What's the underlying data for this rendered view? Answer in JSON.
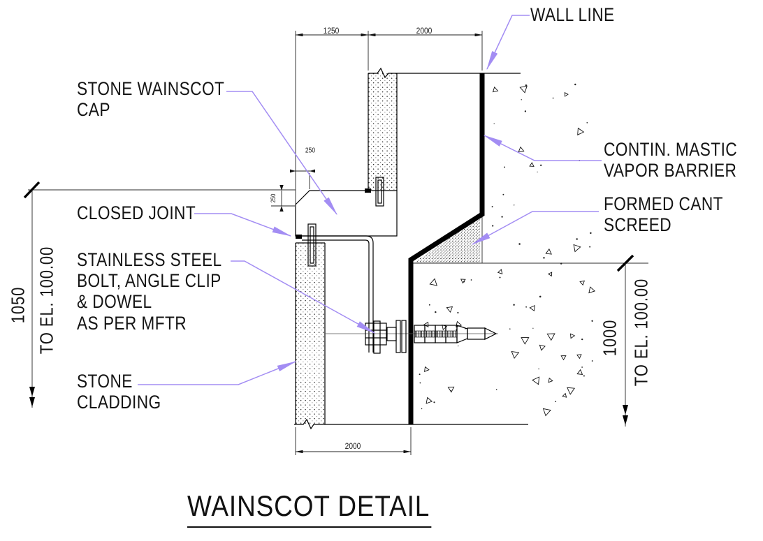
{
  "title": "WAINSCOT DETAIL",
  "labels": {
    "wall_line": "WALL LINE",
    "stone_wainscot_cap": [
      "STONE WAINSCOT",
      "CAP"
    ],
    "closed_joint": "CLOSED JOINT",
    "stainless_steel": [
      "STAINLESS STEEL",
      "BOLT, ANGLE CLIP",
      "& DOWEL",
      "AS PER MFTR"
    ],
    "stone_cladding": [
      "STONE",
      "CLADDING"
    ],
    "contin_mastic": [
      "CONTIN. MASTIC",
      "VAPOR BARRIER"
    ],
    "formed_cant": [
      "FORMED CANT",
      "SCREED"
    ]
  },
  "dimensions": {
    "top_width_left": "1250",
    "top_width_right": "2000",
    "cap_chamfer_horizontal": "250",
    "cap_chamfer_vertical": "250",
    "bottom_width": "2000",
    "left_height": "1050",
    "left_elevation": "TO EL. 100.00",
    "right_height": "1000",
    "right_elevation": "TO EL. 100.00"
  },
  "colors": {
    "leader_arrow": "#a38df3",
    "drawing_line": "#000000",
    "background": "#ffffff"
  }
}
